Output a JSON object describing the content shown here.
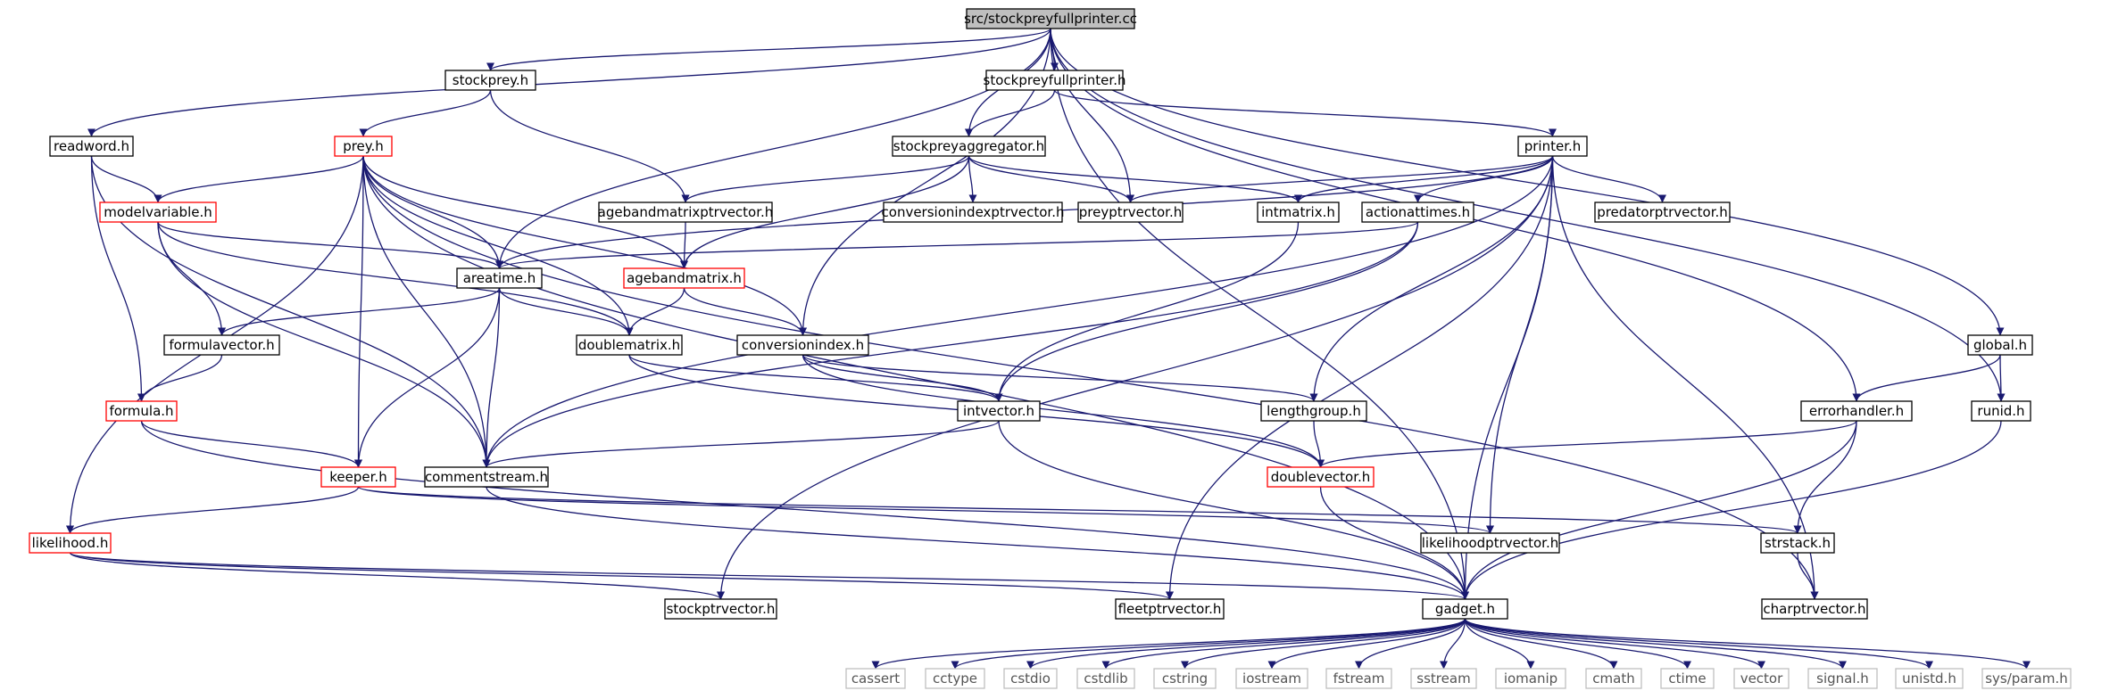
{
  "colors": {
    "edge": "#191970",
    "root_fill": "#bfbfbf",
    "normal_border": "#000000",
    "truncated_border": "#ff0000",
    "system_border": "#bfbfbf"
  },
  "nodes": [
    {
      "id": "root",
      "label": "src/stockpreyfullprinter.cc",
      "kind": "root"
    },
    {
      "id": "stockprey_h",
      "label": "stockprey.h",
      "kind": "normal"
    },
    {
      "id": "stockpreyfullprinter_h",
      "label": "stockpreyfullprinter.h",
      "kind": "normal"
    },
    {
      "id": "readword_h",
      "label": "readword.h",
      "kind": "normal"
    },
    {
      "id": "prey_h",
      "label": "prey.h",
      "kind": "truncated"
    },
    {
      "id": "stockpreyaggregator_h",
      "label": "stockpreyaggregator.h",
      "kind": "normal"
    },
    {
      "id": "printer_h",
      "label": "printer.h",
      "kind": "normal"
    },
    {
      "id": "modelvariable_h",
      "label": "modelvariable.h",
      "kind": "truncated"
    },
    {
      "id": "agebandmatrixptrvector_h",
      "label": "agebandmatrixptrvector.h",
      "kind": "normal"
    },
    {
      "id": "conversionindexptrvector_h",
      "label": "conversionindexptrvector.h",
      "kind": "normal"
    },
    {
      "id": "preyptrvector_h",
      "label": "preyptrvector.h",
      "kind": "normal"
    },
    {
      "id": "intmatrix_h",
      "label": "intmatrix.h",
      "kind": "normal"
    },
    {
      "id": "actionattimes_h",
      "label": "actionattimes.h",
      "kind": "normal"
    },
    {
      "id": "predatorptrvector_h",
      "label": "predatorptrvector.h",
      "kind": "normal"
    },
    {
      "id": "areatime_h",
      "label": "areatime.h",
      "kind": "normal"
    },
    {
      "id": "agebandmatrix_h",
      "label": "agebandmatrix.h",
      "kind": "truncated"
    },
    {
      "id": "formulavector_h",
      "label": "formulavector.h",
      "kind": "normal"
    },
    {
      "id": "doublematrix_h",
      "label": "doublematrix.h",
      "kind": "normal"
    },
    {
      "id": "conversionindex_h",
      "label": "conversionindex.h",
      "kind": "normal"
    },
    {
      "id": "global_h",
      "label": "global.h",
      "kind": "normal"
    },
    {
      "id": "formula_h",
      "label": "formula.h",
      "kind": "truncated"
    },
    {
      "id": "intvector_h",
      "label": "intvector.h",
      "kind": "normal"
    },
    {
      "id": "lengthgroup_h",
      "label": "lengthgroup.h",
      "kind": "normal"
    },
    {
      "id": "errorhandler_h",
      "label": "errorhandler.h",
      "kind": "normal"
    },
    {
      "id": "runid_h",
      "label": "runid.h",
      "kind": "normal"
    },
    {
      "id": "keeper_h",
      "label": "keeper.h",
      "kind": "truncated"
    },
    {
      "id": "commentstream_h",
      "label": "commentstream.h",
      "kind": "normal"
    },
    {
      "id": "doublevector_h",
      "label": "doublevector.h",
      "kind": "truncated"
    },
    {
      "id": "likelihood_h",
      "label": "likelihood.h",
      "kind": "truncated"
    },
    {
      "id": "likelihoodptrvector_h",
      "label": "likelihoodptrvector.h",
      "kind": "normal"
    },
    {
      "id": "strstack_h",
      "label": "strstack.h",
      "kind": "normal"
    },
    {
      "id": "stockptrvector_h",
      "label": "stockptrvector.h",
      "kind": "normal"
    },
    {
      "id": "fleetptrvector_h",
      "label": "fleetptrvector.h",
      "kind": "normal"
    },
    {
      "id": "gadget_h",
      "label": "gadget.h",
      "kind": "normal"
    },
    {
      "id": "charptrvector_h",
      "label": "charptrvector.h",
      "kind": "normal"
    },
    {
      "id": "cassert",
      "label": "cassert",
      "kind": "system"
    },
    {
      "id": "cctype",
      "label": "cctype",
      "kind": "system"
    },
    {
      "id": "cstdio",
      "label": "cstdio",
      "kind": "system"
    },
    {
      "id": "cstdlib",
      "label": "cstdlib",
      "kind": "system"
    },
    {
      "id": "cstring",
      "label": "cstring",
      "kind": "system"
    },
    {
      "id": "iostream",
      "label": "iostream",
      "kind": "system"
    },
    {
      "id": "fstream",
      "label": "fstream",
      "kind": "system"
    },
    {
      "id": "sstream",
      "label": "sstream",
      "kind": "system"
    },
    {
      "id": "iomanip",
      "label": "iomanip",
      "kind": "system"
    },
    {
      "id": "cmath",
      "label": "cmath",
      "kind": "system"
    },
    {
      "id": "ctime",
      "label": "ctime",
      "kind": "system"
    },
    {
      "id": "vector",
      "label": "vector",
      "kind": "system"
    },
    {
      "id": "signal_h",
      "label": "signal.h",
      "kind": "system"
    },
    {
      "id": "unistd_h",
      "label": "unistd.h",
      "kind": "system"
    },
    {
      "id": "sys_param_h",
      "label": "sys/param.h",
      "kind": "system"
    }
  ],
  "edges": [
    [
      "root",
      "stockprey_h"
    ],
    [
      "root",
      "stockpreyfullprinter_h"
    ],
    [
      "root",
      "readword_h"
    ],
    [
      "root",
      "stockpreyaggregator_h"
    ],
    [
      "root",
      "preyptrvector_h"
    ],
    [
      "root",
      "areatime_h"
    ],
    [
      "root",
      "conversionindex_h"
    ],
    [
      "root",
      "errorhandler_h"
    ],
    [
      "root",
      "global_h"
    ],
    [
      "root",
      "runid_h"
    ],
    [
      "root",
      "gadget_h"
    ],
    [
      "stockprey_h",
      "prey_h"
    ],
    [
      "stockprey_h",
      "agebandmatrixptrvector_h"
    ],
    [
      "stockpreyfullprinter_h",
      "stockpreyaggregator_h"
    ],
    [
      "stockpreyfullprinter_h",
      "printer_h"
    ],
    [
      "readword_h",
      "modelvariable_h"
    ],
    [
      "readword_h",
      "formula_h"
    ],
    [
      "readword_h",
      "commentstream_h"
    ],
    [
      "prey_h",
      "modelvariable_h"
    ],
    [
      "prey_h",
      "areatime_h"
    ],
    [
      "prey_h",
      "agebandmatrix_h"
    ],
    [
      "prey_h",
      "doublematrix_h"
    ],
    [
      "prey_h",
      "conversionindex_h"
    ],
    [
      "prey_h",
      "keeper_h"
    ],
    [
      "prey_h",
      "commentstream_h"
    ],
    [
      "prey_h",
      "gadget_h"
    ],
    [
      "prey_h",
      "charptrvector_h"
    ],
    [
      "prey_h",
      "likelihood_h"
    ],
    [
      "stockpreyaggregator_h",
      "agebandmatrixptrvector_h"
    ],
    [
      "stockpreyaggregator_h",
      "conversionindexptrvector_h"
    ],
    [
      "stockpreyaggregator_h",
      "preyptrvector_h"
    ],
    [
      "stockpreyaggregator_h",
      "intmatrix_h"
    ],
    [
      "stockpreyaggregator_h",
      "agebandmatrix_h"
    ],
    [
      "printer_h",
      "preyptrvector_h"
    ],
    [
      "printer_h",
      "intmatrix_h"
    ],
    [
      "printer_h",
      "actionattimes_h"
    ],
    [
      "printer_h",
      "predatorptrvector_h"
    ],
    [
      "printer_h",
      "areatime_h"
    ],
    [
      "printer_h",
      "lengthgroup_h"
    ],
    [
      "printer_h",
      "commentstream_h"
    ],
    [
      "printer_h",
      "likelihoodptrvector_h"
    ],
    [
      "printer_h",
      "gadget_h"
    ],
    [
      "printer_h",
      "stockptrvector_h"
    ],
    [
      "printer_h",
      "fleetptrvector_h"
    ],
    [
      "printer_h",
      "charptrvector_h"
    ],
    [
      "modelvariable_h",
      "areatime_h"
    ],
    [
      "modelvariable_h",
      "formulavector_h"
    ],
    [
      "modelvariable_h",
      "doublematrix_h"
    ],
    [
      "modelvariable_h",
      "commentstream_h"
    ],
    [
      "agebandmatrixptrvector_h",
      "agebandmatrix_h"
    ],
    [
      "intmatrix_h",
      "intvector_h"
    ],
    [
      "actionattimes_h",
      "areatime_h"
    ],
    [
      "actionattimes_h",
      "intvector_h"
    ],
    [
      "actionattimes_h",
      "commentstream_h"
    ],
    [
      "areatime_h",
      "formulavector_h"
    ],
    [
      "areatime_h",
      "doublematrix_h"
    ],
    [
      "areatime_h",
      "keeper_h"
    ],
    [
      "areatime_h",
      "commentstream_h"
    ],
    [
      "agebandmatrix_h",
      "doublematrix_h"
    ],
    [
      "agebandmatrix_h",
      "conversionindex_h"
    ],
    [
      "formulavector_h",
      "formula_h"
    ],
    [
      "doublematrix_h",
      "intvector_h"
    ],
    [
      "doublematrix_h",
      "doublevector_h"
    ],
    [
      "conversionindex_h",
      "intvector_h"
    ],
    [
      "conversionindex_h",
      "lengthgroup_h"
    ],
    [
      "conversionindex_h",
      "doublevector_h"
    ],
    [
      "global_h",
      "errorhandler_h"
    ],
    [
      "global_h",
      "runid_h"
    ],
    [
      "formula_h",
      "keeper_h"
    ],
    [
      "formula_h",
      "gadget_h"
    ],
    [
      "intvector_h",
      "commentstream_h"
    ],
    [
      "intvector_h",
      "gadget_h"
    ],
    [
      "lengthgroup_h",
      "doublevector_h"
    ],
    [
      "errorhandler_h",
      "doublevector_h"
    ],
    [
      "errorhandler_h",
      "strstack_h"
    ],
    [
      "errorhandler_h",
      "gadget_h"
    ],
    [
      "runid_h",
      "gadget_h"
    ],
    [
      "keeper_h",
      "strstack_h"
    ],
    [
      "keeper_h",
      "likelihood_h"
    ],
    [
      "keeper_h",
      "likelihoodptrvector_h"
    ],
    [
      "commentstream_h",
      "gadget_h"
    ],
    [
      "doublevector_h",
      "gadget_h"
    ],
    [
      "likelihood_h",
      "gadget_h"
    ],
    [
      "likelihood_h",
      "stockptrvector_h"
    ],
    [
      "likelihood_h",
      "fleetptrvector_h"
    ],
    [
      "strstack_h",
      "charptrvector_h"
    ],
    [
      "gadget_h",
      "cassert"
    ],
    [
      "gadget_h",
      "cctype"
    ],
    [
      "gadget_h",
      "cstdio"
    ],
    [
      "gadget_h",
      "cstdlib"
    ],
    [
      "gadget_h",
      "cstring"
    ],
    [
      "gadget_h",
      "iostream"
    ],
    [
      "gadget_h",
      "fstream"
    ],
    [
      "gadget_h",
      "sstream"
    ],
    [
      "gadget_h",
      "iomanip"
    ],
    [
      "gadget_h",
      "cmath"
    ],
    [
      "gadget_h",
      "ctime"
    ],
    [
      "gadget_h",
      "vector"
    ],
    [
      "gadget_h",
      "signal_h"
    ],
    [
      "gadget_h",
      "unistd_h"
    ],
    [
      "gadget_h",
      "sys_param_h"
    ]
  ]
}
